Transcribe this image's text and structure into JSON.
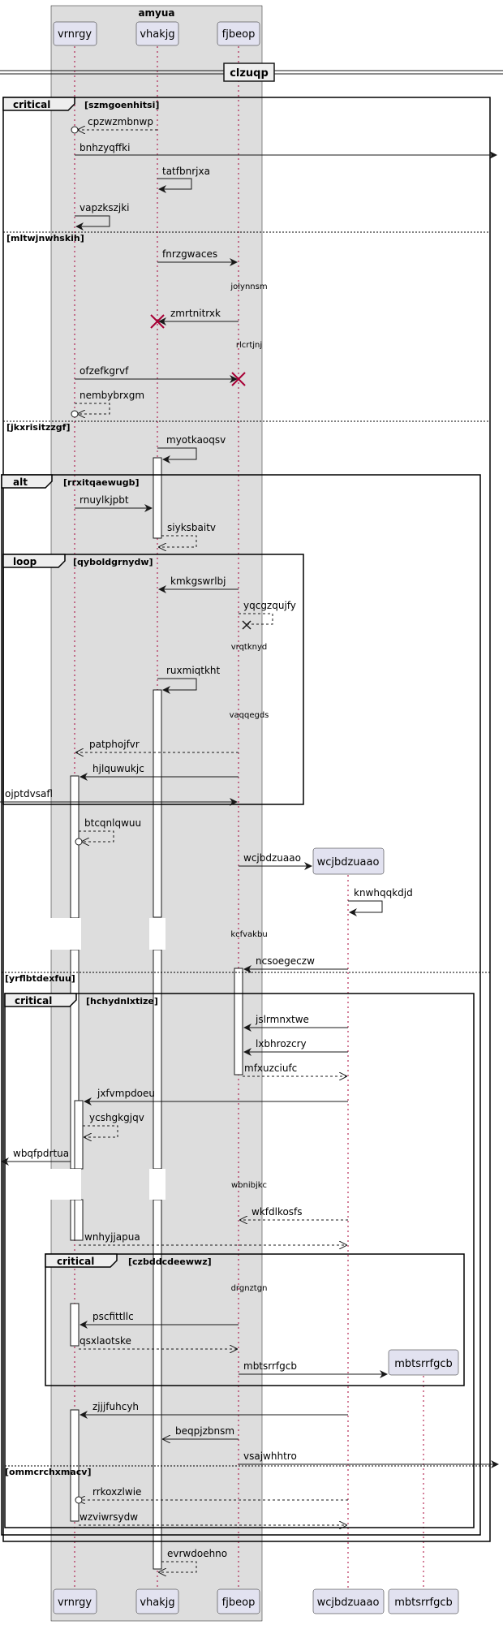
{
  "box_title": "amyua",
  "participants": {
    "vrnrgy": "vrnrgy",
    "vhakjg": "vhakjg",
    "fjbeop": "fjbeop",
    "wcjbdzuaao": "wcjbdzuaao",
    "mbtsrrfgcb": "mbtsrrfgcb"
  },
  "divider_title": "clzuqp",
  "fragments": {
    "critical1": {
      "keyword": "critical",
      "condition": "[szmgoenhitsi]"
    },
    "else1": "[mltwjnwhskih]",
    "else2": "[jkxrisitzzgf]",
    "alt1": {
      "keyword": "alt",
      "condition": "[rrxitqaewugb]"
    },
    "loop1": {
      "keyword": "loop",
      "condition": "[qyboldgrnydw]"
    },
    "else3": "[yrflbtdexfuu]",
    "critical2": {
      "keyword": "critical",
      "condition": "[hchydnlxtize]"
    },
    "critical3": {
      "keyword": "critical",
      "condition": "[czbddcdeewwz]"
    },
    "else4": "[ommcrchxmacv]"
  },
  "messages": {
    "m1": "cpzwzmbnwp",
    "m2": "bnhzyqffki",
    "m3": "tatfbnrjxa",
    "m4": "vapzkszjki",
    "m5": "fnrzgwaces",
    "m6": "zmrtnitrxk",
    "m7": "ofzefkgrvf",
    "m8": "nembybrxgm",
    "m9": "myotkaoqsv",
    "m10": "rnuylkjpbt",
    "m11": "siyksbaitv",
    "m12": "kmkgswrlbj",
    "m13": "yqcgzqujfy",
    "m14": "ruxmiqtkht",
    "m15": "patphojfvr",
    "m16": "hjlquwukjc",
    "m17": "ojptdvsafl",
    "m18": "btcqnlqwuu",
    "m19": "wcjbdzuaao",
    "m20": "knwhqqkdjd",
    "m21": "ncsoegeczw",
    "m22": "jslrmnxtwe",
    "m23": "lxbhrozcry",
    "m24": "mfxuzciufc",
    "m25": "jxfvmpdoeu",
    "m26": "ycshgkgjqv",
    "m27": "wbqfpdrtua",
    "m28": "wkfdlkosfs",
    "m29": "wnhyjjapua",
    "m30": "pscfittllc",
    "m31": "qsxlaotske",
    "m32": "mbtsrrfgcb",
    "m33": "zjjjfuhcyh",
    "m34": "beqpjzbnsm",
    "m35": "vsajwhhtro",
    "m36": "rrkoxzlwie",
    "m37": "wzviwrsydw",
    "m38": "evrwdoehno"
  },
  "delays": {
    "d1": "jolynnsm",
    "d2": "rlcrtjnj",
    "d3": "vrqtknyd",
    "d4": "vaqqegds",
    "d5": "kcfvakbu",
    "d6": "wbnibjkc",
    "d7": "drgnztgn"
  }
}
